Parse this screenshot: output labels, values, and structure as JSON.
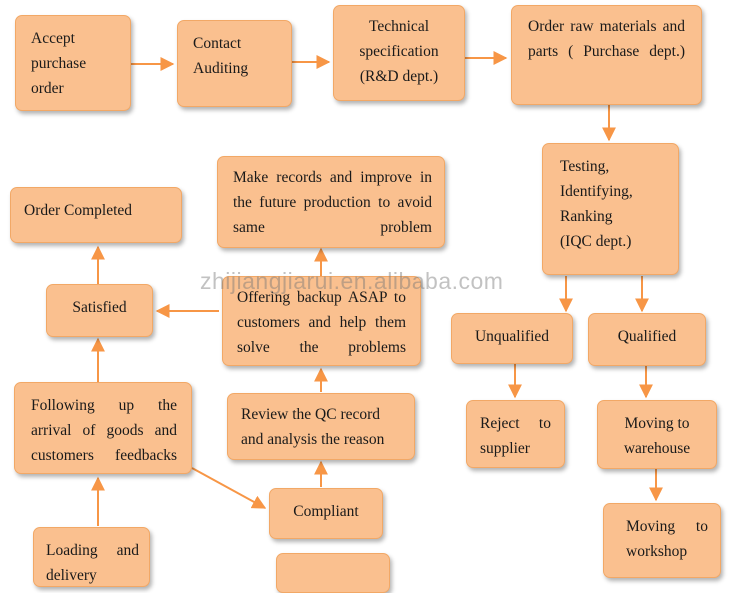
{
  "watermark": "zhijiangjiarui.en.alibaba.com",
  "colors": {
    "box_fill": "#fac08f",
    "box_border": "#f2a866",
    "arrow": "#f79646"
  },
  "nodes": {
    "accept": "Accept\npurchase\norder",
    "contact": "Contact\nAuditing",
    "technical": "Technical\nspecification\n(R&D dept.)",
    "order_raw": "Order raw materials and parts ( Purchase dept.)",
    "testing": "Testing,\nIdentifying,\nRanking\n(IQC dept.)",
    "unqualified": "Unqualified",
    "qualified": "Qualified",
    "reject": "Reject to supplier",
    "moving_warehouse": "Moving to warehouse",
    "moving_workshop": "Moving to workshop",
    "make_records": "Make records and improve in the future production to avoid same problem",
    "order_completed": "Order Completed",
    "satisfied": "Satisfied",
    "offering": "Offering backup ASAP to customers and help them solve the problems",
    "review": "Review the QC record and analysis the reason",
    "following": "Following up the arrival of goods and customers feedbacks",
    "compliant": "Compliant",
    "loading": "Loading and delivery",
    "bottom_box": ""
  }
}
